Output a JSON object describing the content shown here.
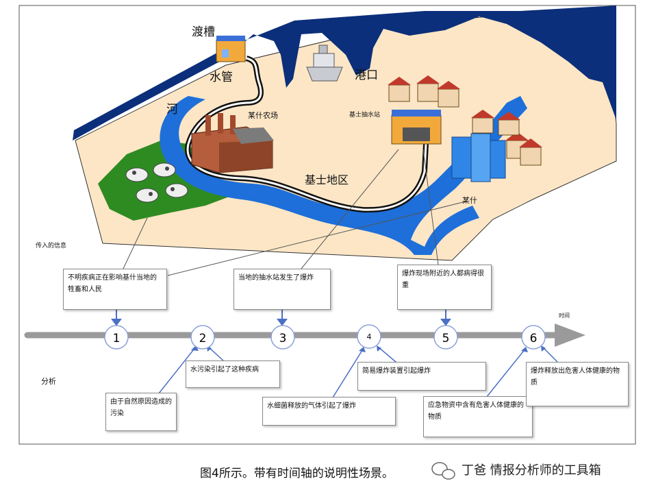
{
  "map": {
    "aqueduct": "渡槽",
    "pipe": "水管",
    "port": "港口",
    "river": "河",
    "farm": "某什农场",
    "pump_station": "基士抽水站",
    "district": "基士地区",
    "town": "某什"
  },
  "sections": {
    "incoming": "传入的信息",
    "analysis": "分析",
    "time": "时间"
  },
  "timeline": {
    "nodes": [
      "1",
      "2",
      "3",
      "4",
      "5",
      "6"
    ]
  },
  "info_boxes": [
    "不明疾病正在影响基什当地的牲畜和人民",
    "当地的抽水站发生了爆炸",
    "爆炸现场附近的人都病得很重"
  ],
  "analysis_boxes": [
    "由于自然原因造成的污染",
    "水污染引起了这种疾病",
    "水细菌释放的气体引起了爆炸",
    "简易爆炸装置引起爆炸",
    "应急物资中含有危害人体健康的物质",
    "爆炸释放出危害人体健康的物质"
  ],
  "caption": "图4所示。带有时间轴的说明性场景。",
  "brand": "丁爸 情报分析师的工具箱",
  "colors": {
    "river": "#1E6FD9",
    "sea": "#0B2F7A",
    "land": "#FCE6C6",
    "pasture": "#2E8B22",
    "arrow": "#4A6FC4",
    "timeline": "#9A9A9A"
  }
}
